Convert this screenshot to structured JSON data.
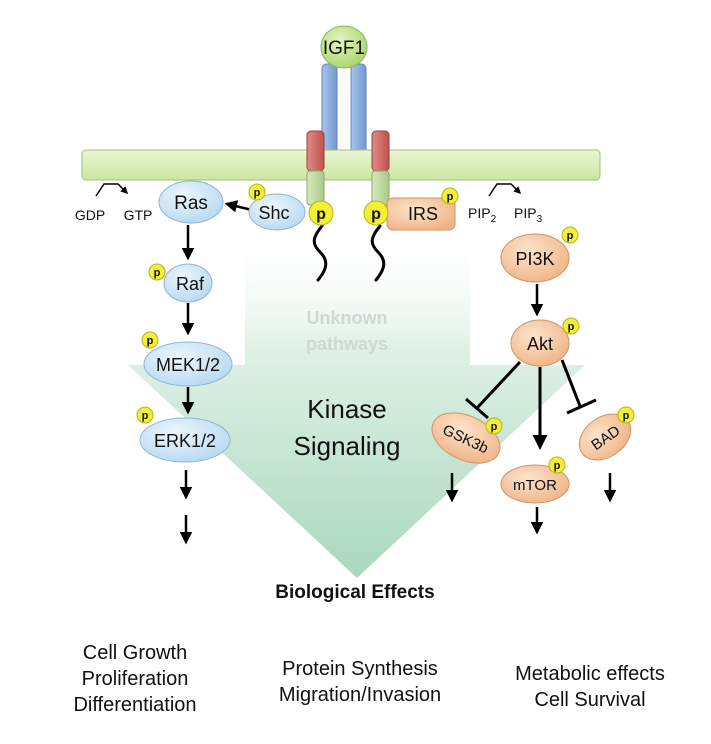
{
  "ligand": "IGF1",
  "phospho": "p",
  "ras_pathway": {
    "gdp": "GDP",
    "gtp": "GTP",
    "ras": "Ras",
    "shc": "Shc",
    "raf": "Raf",
    "mek": "MEK1/2",
    "erk": "ERK1/2"
  },
  "receptor": {
    "irs": "IRS"
  },
  "pi3k_pathway": {
    "pip2_base": "PIP",
    "pip2_sub": "2",
    "pip3_base": "PIP",
    "pip3_sub": "3",
    "pi3k": "PI3K",
    "akt": "Akt",
    "gsk3b": "GSK3b",
    "mtor": "mTOR",
    "bad": "BAD"
  },
  "center": {
    "unknown_line1": "Unknown",
    "unknown_line2": "pathways",
    "kinase_line1": "Kinase",
    "kinase_line2": "Signaling"
  },
  "effects": {
    "title": "Biological Effects",
    "left": [
      "Cell Growth",
      "Proliferation",
      "Differentiation"
    ],
    "middle": [
      "Protein Synthesis",
      "Migration/Invasion"
    ],
    "right": [
      "Metabolic effects",
      "Cell Survival"
    ]
  },
  "colors": {
    "membrane": "#d9efb6",
    "receptor": "#8fb2df",
    "transmembrane": "#cf6b66",
    "ligand": "#bde08d",
    "blue_node": "#cfe6f7",
    "orange_node": "#f5c9a3",
    "phospho": "#f3ef33",
    "big_arrow": "#c5e6d4"
  }
}
